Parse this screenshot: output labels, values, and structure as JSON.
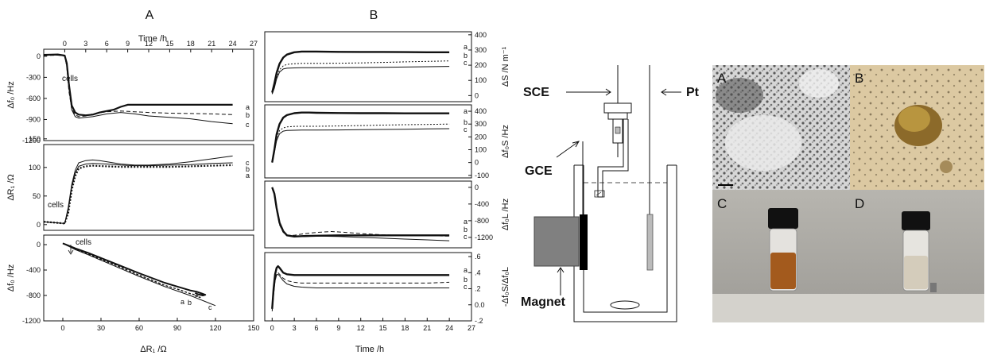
{
  "figure": {
    "panel_a_label": "A",
    "panel_b_label": "B",
    "cells_label": "cells",
    "top_axis_title": "Time /h",
    "bottom_axis_a": "ΔR₁ /Ω",
    "bottom_axis_b": "Time /h"
  },
  "colors": {
    "line": "#111111",
    "frame": "#111111",
    "background": "#ffffff"
  },
  "chart_data": [
    {
      "type": "line",
      "id": "A1",
      "ylabel": "Δf₀ /Hz",
      "x_axis": "top",
      "xlim": [
        -3,
        27
      ],
      "ylim": [
        -1200,
        100
      ],
      "xticks": [
        "0",
        "3",
        "6",
        "9",
        "12",
        "15",
        "18",
        "21",
        "24",
        "27"
      ],
      "yticks": [
        "0",
        "-300",
        "-600",
        "-900",
        "-1200"
      ],
      "series": [
        {
          "label": "a",
          "x": [
            -3,
            -1,
            0,
            0.3,
            0.6,
            1,
            1.5,
            2,
            3,
            4,
            5,
            6,
            7,
            8,
            9,
            10,
            12,
            15,
            18,
            21,
            24
          ],
          "y": [
            20,
            25,
            10,
            -100,
            -400,
            -700,
            -800,
            -830,
            -840,
            -830,
            -800,
            -780,
            -760,
            -720,
            -690,
            -690,
            -690,
            -690,
            -690,
            -690,
            -690
          ]
        },
        {
          "label": "b",
          "x": [
            -3,
            -1,
            0,
            0.3,
            0.6,
            1,
            1.5,
            2,
            3,
            4,
            6,
            8,
            10,
            12,
            15,
            18,
            21,
            24
          ],
          "y": [
            10,
            15,
            5,
            -150,
            -500,
            -750,
            -830,
            -860,
            -850,
            -820,
            -790,
            -780,
            -790,
            -800,
            -810,
            -815,
            -820,
            -830
          ]
        },
        {
          "label": "c",
          "x": [
            -3,
            -1,
            0,
            0.3,
            0.6,
            1,
            1.5,
            2,
            3,
            4,
            6,
            8,
            10,
            12,
            15,
            18,
            21,
            24
          ],
          "y": [
            15,
            20,
            5,
            -120,
            -450,
            -760,
            -860,
            -880,
            -870,
            -860,
            -820,
            -800,
            -820,
            -850,
            -870,
            -890,
            -930,
            -960
          ]
        }
      ]
    },
    {
      "type": "line",
      "id": "A2",
      "ylabel": "ΔR₁ /Ω",
      "xlim": [
        -3,
        27
      ],
      "ylim": [
        -10,
        140
      ],
      "yticks": [
        "0",
        "50",
        "100",
        "150"
      ],
      "series": [
        {
          "label": "c",
          "x": [
            -3,
            -1,
            0,
            0.5,
            1,
            1.5,
            2,
            3,
            4,
            5,
            6,
            8,
            10,
            12,
            15,
            18,
            21,
            24
          ],
          "y": [
            5,
            3,
            2,
            30,
            70,
            95,
            108,
            112,
            113,
            112,
            110,
            106,
            104,
            104,
            106,
            110,
            115,
            120
          ]
        },
        {
          "label": "b",
          "x": [
            -3,
            -1,
            0,
            0.5,
            1,
            1.5,
            2,
            3,
            4,
            6,
            8,
            10,
            12,
            15,
            18,
            21,
            24
          ],
          "y": [
            5,
            3,
            2,
            25,
            65,
            90,
            102,
            106,
            107,
            106,
            104,
            103,
            103,
            104,
            105,
            107,
            108
          ]
        },
        {
          "label": "a",
          "x": [
            -3,
            -1,
            0,
            0.5,
            1,
            1.5,
            2,
            3,
            4,
            6,
            8,
            10,
            12,
            15,
            18,
            21,
            24
          ],
          "y": [
            5,
            3,
            2,
            20,
            60,
            85,
            98,
            102,
            103,
            102,
            101,
            101,
            101,
            101,
            102,
            103,
            104
          ]
        }
      ]
    },
    {
      "type": "line",
      "id": "A3",
      "ylabel": "Δf₀ /Hz",
      "xlabel": "ΔR₁ /Ω",
      "xlim": [
        -15,
        150
      ],
      "ylim": [
        -1200,
        150
      ],
      "xticks": [
        "0",
        "30",
        "60",
        "90",
        "120",
        "150"
      ],
      "yticks": [
        "0",
        "-400",
        "-800",
        "-1200"
      ],
      "series": [
        {
          "label": "a",
          "x": [
            0,
            5,
            10,
            20,
            40,
            60,
            80,
            90,
            100,
            105,
            108,
            112,
            110,
            106,
            104
          ],
          "y": [
            20,
            -20,
            -60,
            -130,
            -290,
            -450,
            -600,
            -660,
            -720,
            -740,
            -760,
            -790,
            -800,
            -780,
            -760
          ]
        },
        {
          "label": "b",
          "x": [
            0,
            5,
            10,
            20,
            40,
            60,
            80,
            90,
            100,
            104,
            106,
            108,
            106,
            103
          ],
          "y": [
            20,
            -25,
            -70,
            -150,
            -310,
            -480,
            -640,
            -700,
            -770,
            -790,
            -810,
            -830,
            -820,
            -800
          ]
        },
        {
          "label": "c",
          "x": [
            0,
            5,
            10,
            20,
            40,
            60,
            80,
            90,
            100,
            105,
            110,
            115,
            120
          ],
          "y": [
            20,
            -30,
            -80,
            -160,
            -330,
            -500,
            -660,
            -730,
            -800,
            -840,
            -880,
            -920,
            -960
          ]
        }
      ]
    },
    {
      "type": "line",
      "id": "B1",
      "ylabel": "ΔS /N m⁻¹",
      "xlim": [
        -1,
        27
      ],
      "ylim": [
        -40,
        420
      ],
      "yticks": [
        "0",
        "100",
        "200",
        "300",
        "400"
      ],
      "series": [
        {
          "label": "a",
          "x": [
            0,
            0.3,
            0.6,
            1,
            1.5,
            2,
            3,
            4,
            5,
            6,
            9,
            12,
            15,
            18,
            21,
            24
          ],
          "y": [
            20,
            80,
            150,
            210,
            250,
            270,
            285,
            290,
            290,
            290,
            288,
            287,
            287,
            286,
            285,
            285
          ]
        },
        {
          "label": "b",
          "x": [
            0,
            0.3,
            0.6,
            1,
            1.5,
            2,
            3,
            4,
            6,
            9,
            12,
            15,
            18,
            21,
            24
          ],
          "y": [
            15,
            60,
            120,
            170,
            195,
            205,
            210,
            212,
            212,
            213,
            215,
            218,
            222,
            225,
            228
          ]
        },
        {
          "label": "c",
          "x": [
            0,
            0.3,
            0.6,
            1,
            1.5,
            2,
            3,
            4,
            6,
            9,
            12,
            15,
            18,
            21,
            24
          ],
          "y": [
            10,
            50,
            110,
            155,
            175,
            180,
            182,
            183,
            183,
            184,
            185,
            186,
            188,
            190,
            192
          ]
        }
      ]
    },
    {
      "type": "line",
      "id": "B2",
      "ylabel": "Δf₀S /Hz",
      "xlim": [
        -1,
        27
      ],
      "ylim": [
        -120,
        450
      ],
      "yticks": [
        "-100",
        "0",
        "100",
        "200",
        "300",
        "400"
      ],
      "series": [
        {
          "label": "a",
          "x": [
            0,
            0.3,
            0.6,
            1,
            1.5,
            2,
            3,
            4,
            5,
            6,
            9,
            12,
            15,
            18,
            21,
            24
          ],
          "y": [
            0,
            100,
            220,
            300,
            350,
            370,
            385,
            390,
            390,
            388,
            386,
            385,
            385,
            384,
            384,
            384
          ]
        },
        {
          "label": "b",
          "x": [
            0,
            0.3,
            0.6,
            1,
            1.5,
            2,
            3,
            4,
            6,
            9,
            12,
            15,
            18,
            21,
            24
          ],
          "y": [
            0,
            90,
            190,
            250,
            270,
            278,
            282,
            283,
            283,
            285,
            288,
            292,
            295,
            297,
            300
          ]
        },
        {
          "label": "c",
          "x": [
            0,
            0.3,
            0.6,
            1,
            1.5,
            2,
            3,
            4,
            6,
            9,
            12,
            15,
            18,
            21,
            24
          ],
          "y": [
            0,
            80,
            170,
            225,
            245,
            250,
            252,
            253,
            253,
            254,
            256,
            258,
            260,
            262,
            264
          ]
        }
      ]
    },
    {
      "type": "line",
      "id": "B3",
      "ylabel": "Δf₀L /Hz",
      "xlim": [
        -1,
        27
      ],
      "ylim": [
        -1450,
        150
      ],
      "yticks": [
        "0",
        "-400",
        "-800",
        "-1200"
      ],
      "series": [
        {
          "label": "a",
          "x": [
            0,
            0.3,
            0.6,
            1,
            1.5,
            2,
            3,
            4,
            6,
            9,
            12,
            15,
            18,
            21,
            24
          ],
          "y": [
            0,
            -150,
            -500,
            -850,
            -1050,
            -1150,
            -1180,
            -1170,
            -1160,
            -1150,
            -1150,
            -1150,
            -1150,
            -1150,
            -1150
          ]
        },
        {
          "label": "b",
          "x": [
            0,
            0.3,
            0.6,
            1,
            1.5,
            2,
            3,
            4,
            6,
            8,
            10,
            12,
            15,
            18,
            21,
            24
          ],
          "y": [
            0,
            -200,
            -550,
            -900,
            -1080,
            -1150,
            -1150,
            -1120,
            -1080,
            -1060,
            -1080,
            -1110,
            -1140,
            -1150,
            -1160,
            -1170
          ]
        },
        {
          "label": "c",
          "x": [
            0,
            0.3,
            0.6,
            1,
            1.5,
            2,
            3,
            4,
            6,
            9,
            12,
            15,
            18,
            21,
            24
          ],
          "y": [
            0,
            -180,
            -530,
            -880,
            -1070,
            -1160,
            -1180,
            -1180,
            -1170,
            -1180,
            -1200,
            -1220,
            -1240,
            -1260,
            -1280
          ]
        }
      ]
    },
    {
      "type": "line",
      "id": "B4",
      "ylabel": "-Δf₀S/Δf₀L",
      "xlabel": "Time /h",
      "xlim": [
        -1,
        27
      ],
      "ylim": [
        -0.2,
        0.65
      ],
      "xticks": [
        "0",
        "3",
        "6",
        "9",
        "12",
        "15",
        "18",
        "21",
        "24",
        "27"
      ],
      "yticks": [
        "-.2",
        "0.0",
        ".2",
        ".4",
        ".6"
      ],
      "series": [
        {
          "label": "a",
          "x": [
            0,
            0.2,
            0.4,
            0.6,
            0.8,
            1,
            1.5,
            2,
            3,
            4,
            6,
            9,
            12,
            15,
            18,
            21,
            24
          ],
          "y": [
            -0.05,
            0.2,
            0.38,
            0.46,
            0.48,
            0.46,
            0.4,
            0.38,
            0.37,
            0.37,
            0.37,
            0.37,
            0.37,
            0.37,
            0.37,
            0.37,
            0.37
          ]
        },
        {
          "label": "b",
          "x": [
            0,
            0.2,
            0.4,
            0.6,
            0.8,
            1,
            1.5,
            2,
            3,
            4,
            6,
            9,
            12,
            15,
            18,
            21,
            24
          ],
          "y": [
            -0.06,
            0.15,
            0.32,
            0.39,
            0.4,
            0.38,
            0.33,
            0.3,
            0.28,
            0.27,
            0.27,
            0.27,
            0.27,
            0.27,
            0.27,
            0.27,
            0.28
          ]
        },
        {
          "label": "c",
          "x": [
            0,
            0.2,
            0.4,
            0.6,
            0.8,
            1,
            1.5,
            2,
            3,
            4,
            6,
            9,
            12,
            15,
            18,
            21,
            24
          ],
          "y": [
            -0.08,
            0.12,
            0.3,
            0.37,
            0.38,
            0.36,
            0.3,
            0.26,
            0.23,
            0.22,
            0.21,
            0.21,
            0.21,
            0.21,
            0.21,
            0.21,
            0.21
          ]
        }
      ]
    }
  ],
  "diagram": {
    "sce": "SCE",
    "pt": "Pt",
    "gce": "GCE",
    "magnet": "Magnet"
  },
  "photos": [
    {
      "label": "A",
      "desc": "electron micrograph"
    },
    {
      "label": "B",
      "desc": "microscope aggregate"
    },
    {
      "label": "C",
      "desc": "brown suspension vial"
    },
    {
      "label": "D",
      "desc": "clear vial with magnet"
    }
  ]
}
